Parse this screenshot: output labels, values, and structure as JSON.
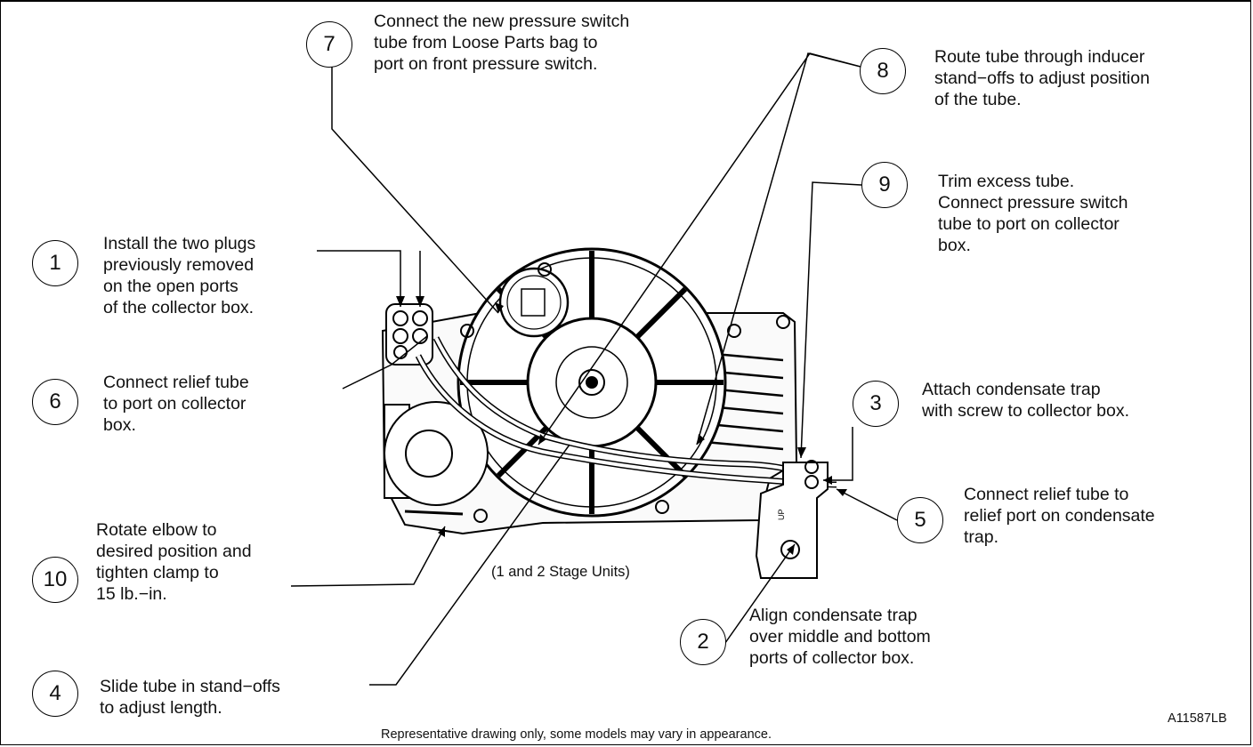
{
  "callouts": [
    {
      "num": "1",
      "lines": [
        "Install the two plugs",
        "previously removed",
        "on the open ports",
        "of the collector box."
      ]
    },
    {
      "num": "2",
      "lines": [
        "Align condensate trap",
        "over middle and bottom",
        "ports of collector box."
      ]
    },
    {
      "num": "3",
      "lines": [
        "Attach condensate trap",
        "with screw to collector box."
      ]
    },
    {
      "num": "4",
      "lines": [
        "Slide tube in stand−offs",
        "to adjust length."
      ]
    },
    {
      "num": "5",
      "lines": [
        "Connect relief tube to",
        "relief port on condensate",
        "trap."
      ]
    },
    {
      "num": "6",
      "lines": [
        "Connect relief tube",
        "to port on collector",
        "box."
      ]
    },
    {
      "num": "7",
      "lines": [
        "Connect the new pressure switch",
        "tube from Loose Parts bag to",
        "port on front pressure switch."
      ]
    },
    {
      "num": "8",
      "lines": [
        "Route tube through inducer",
        "stand−offs to adjust position",
        "of the tube."
      ]
    },
    {
      "num": "9",
      "lines": [
        "Trim excess tube.",
        "Connect pressure switch",
        "tube to port on collector",
        "box."
      ]
    },
    {
      "num": "10",
      "lines": [
        "Rotate elbow to",
        "desired position and",
        "tighten clamp to",
        "15 lb.−in."
      ]
    }
  ],
  "units_label": "(1 and 2 Stage Units)",
  "drawing_id": "A11587LB",
  "footer_note": "Representative drawing only, some models may vary in appearance.",
  "trap_label": "UP"
}
